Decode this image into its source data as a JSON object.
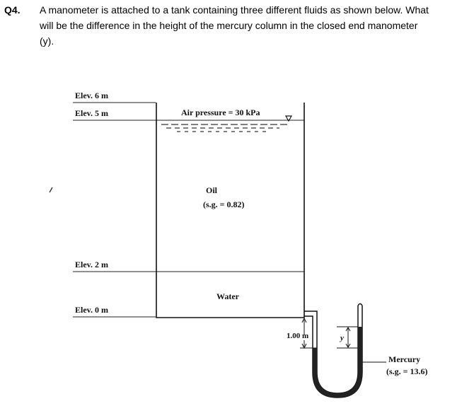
{
  "question": {
    "number": "Q4.",
    "lines": [
      "A manometer is attached to a tank containing three different fluids as shown below. What",
      "will be the difference in the height of the mercury column in the closed end manometer",
      "(y)."
    ]
  },
  "figure": {
    "elevations": [
      "Elev. 6 m",
      "Elev. 5 m",
      "Elev. 2 m",
      "Elev. 0 m"
    ],
    "air_pressure": "Air pressure = 30 kPa",
    "oil_name": "Oil",
    "oil_sg": "(s.g. = 0.82)",
    "water_name": "Water",
    "height_label": "1.00 m",
    "y_label": "y",
    "mercury_name": "Mercury",
    "mercury_sg": "(s.g. = 13.6)",
    "mercury_color": "#222222"
  }
}
